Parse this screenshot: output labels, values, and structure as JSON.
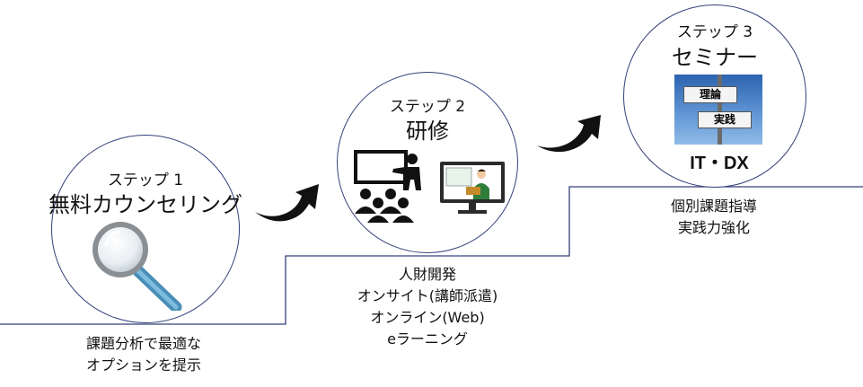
{
  "steps": [
    {
      "label": "ステップ 1",
      "title": "無料カウンセリング",
      "icon": "magnifier-icon",
      "description": [
        "課題分析で最適な",
        "オプションを提示"
      ]
    },
    {
      "label": "ステップ 2",
      "title": "研修",
      "icon": "classroom-icon",
      "description": [
        "人財開発",
        "オンサイト(講師派遣)",
        "オンライン(Web)",
        "eラーニング"
      ]
    },
    {
      "label": "ステップ 3",
      "title": "セミナー",
      "icon": "signpost-icon",
      "image_text": {
        "sign_top": "理論",
        "sign_bottom": "実践",
        "caption": "IT・DX"
      },
      "description": [
        "個別課題指導",
        "実践力強化"
      ]
    }
  ],
  "colors": {
    "outline": "#34407a",
    "arrow": "#111111",
    "lens": "#5aa0c8",
    "sign_sky": "#2c63b0"
  }
}
